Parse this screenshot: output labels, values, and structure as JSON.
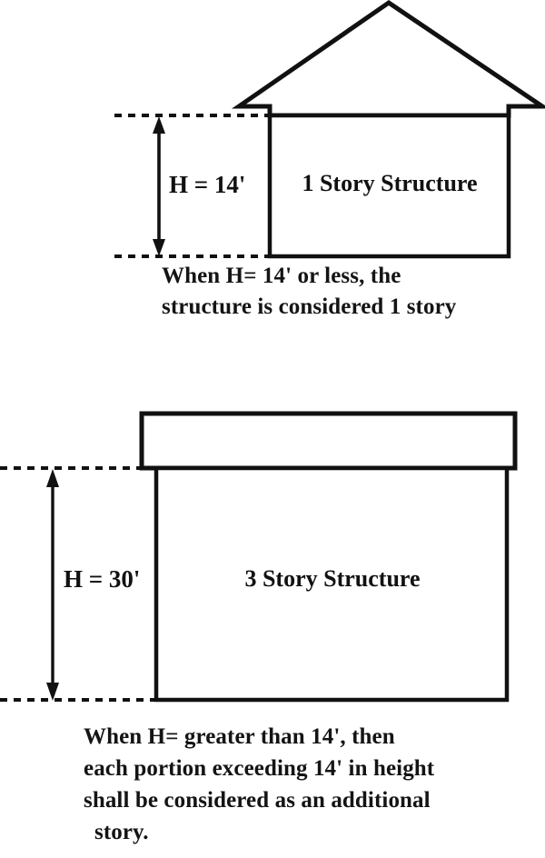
{
  "document": {
    "title": "Building Height and Story Determination Diagram",
    "background_color": "#ffffff",
    "line_color": "#111111",
    "text_color": "#141414"
  },
  "diagrams": [
    {
      "id": "one-story",
      "name": "one-story-structure-diagram",
      "roof_type": "gable",
      "height_label": "H = 14'",
      "structure_label": "1 Story Structure",
      "height_value": 14,
      "height_unit": "feet",
      "stories": 1,
      "caption_lines": [
        "When H= 14' or less, the",
        "structure is considered 1 story"
      ]
    },
    {
      "id": "three-story",
      "name": "three-story-structure-diagram",
      "roof_type": "flat-slab",
      "height_label": "H = 30'",
      "structure_label": "3 Story Structure",
      "height_value": 30,
      "height_unit": "feet",
      "stories": 3,
      "caption_lines": [
        "When H= greater than 14', then",
        "each portion exceeding 14' in height",
        "shall be considered as an additional",
        "story."
      ]
    }
  ]
}
